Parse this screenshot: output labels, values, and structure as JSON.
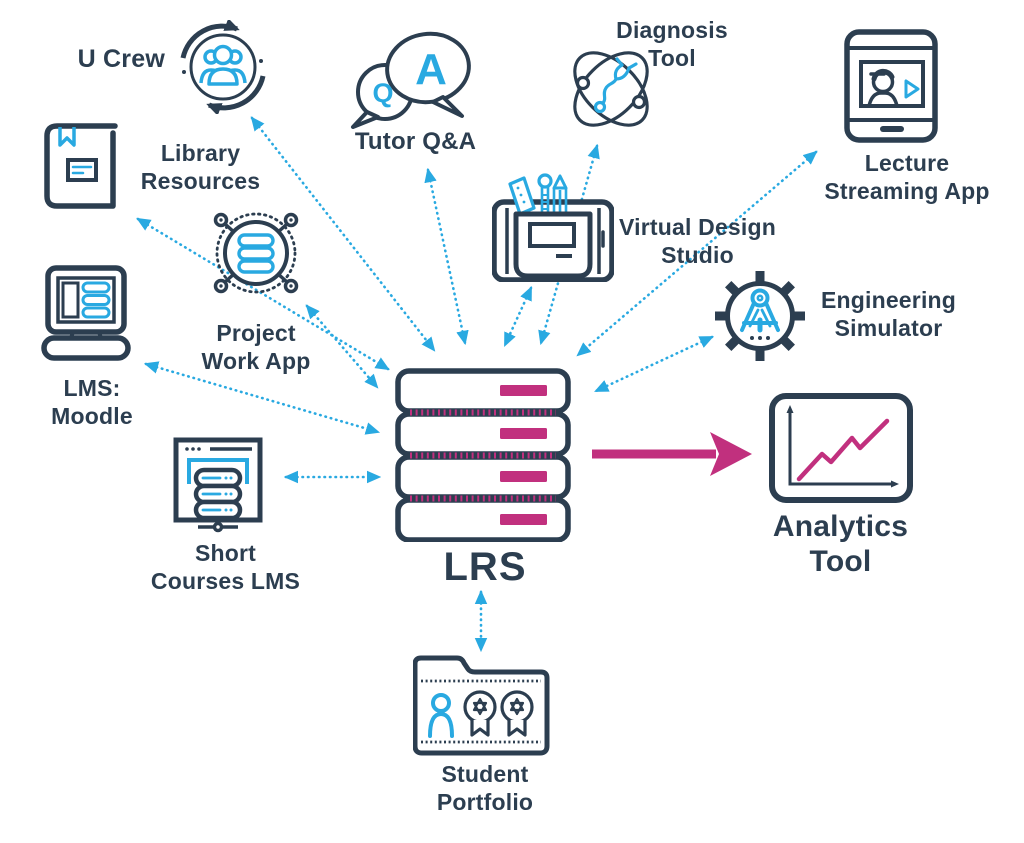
{
  "colors": {
    "navy": "#2c3e50",
    "blue": "#29a9e1",
    "magenta": "#c1307e"
  },
  "nodes": {
    "u_crew": {
      "label": "U Crew"
    },
    "library": {
      "label": "Library\nResources"
    },
    "tutor_qa": {
      "label": "Tutor Q&A",
      "letter_q": "Q",
      "letter_a": "A"
    },
    "diagnosis": {
      "label": "Diagnosis\nTool"
    },
    "lecture": {
      "label": "Lecture\nStreaming App"
    },
    "vds": {
      "label": "Virtual Design\nStudio"
    },
    "pwa": {
      "label": "Project\nWork App"
    },
    "engineering": {
      "label": "Engineering\nSimulator"
    },
    "moodle": {
      "label": "LMS:\nMoodle"
    },
    "short_lms": {
      "label": "Short\nCourses LMS"
    },
    "lrs": {
      "label": "LRS"
    },
    "analytics": {
      "label": "Analytics\nTool"
    },
    "portfolio": {
      "label": "Student\nPortfolio"
    }
  },
  "connections": [
    {
      "from": "LRS",
      "to": "U Crew",
      "style": "dotted-blue",
      "bidirectional": true
    },
    {
      "from": "LRS",
      "to": "Library Resources",
      "style": "dotted-blue",
      "bidirectional": true
    },
    {
      "from": "LRS",
      "to": "Tutor Q&A",
      "style": "dotted-blue",
      "bidirectional": true
    },
    {
      "from": "LRS",
      "to": "Diagnosis Tool",
      "style": "dotted-blue",
      "bidirectional": true
    },
    {
      "from": "LRS",
      "to": "Lecture Streaming App",
      "style": "dotted-blue",
      "bidirectional": true
    },
    {
      "from": "LRS",
      "to": "Virtual Design Studio",
      "style": "dotted-blue",
      "bidirectional": true
    },
    {
      "from": "LRS",
      "to": "Engineering Simulator",
      "style": "dotted-blue",
      "bidirectional": true
    },
    {
      "from": "LRS",
      "to": "Project Work App",
      "style": "dotted-blue",
      "bidirectional": true
    },
    {
      "from": "LRS",
      "to": "LMS: Moodle",
      "style": "dotted-blue",
      "bidirectional": true
    },
    {
      "from": "LRS",
      "to": "Short Courses LMS",
      "style": "dotted-blue",
      "bidirectional": true
    },
    {
      "from": "LRS",
      "to": "Student Portfolio",
      "style": "dotted-blue",
      "bidirectional": true
    },
    {
      "from": "LRS",
      "to": "Analytics Tool",
      "style": "solid-magenta",
      "bidirectional": false
    }
  ]
}
